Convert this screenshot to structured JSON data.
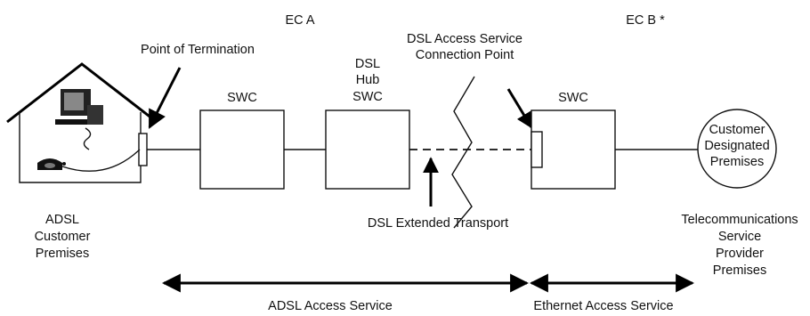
{
  "labels": {
    "ec_a": "EC A",
    "ec_b": "EC B *",
    "point_of_termination": "Point of Termination",
    "dsl_access_service_connection_point": [
      "DSL Access Service",
      "Connection Point"
    ],
    "dsl_hub_swc": [
      "DSL",
      "Hub",
      "SWC"
    ],
    "swc_1": "SWC",
    "swc_2": "SWC",
    "customer_designated_premises": [
      "Customer",
      "Designated",
      "Premises"
    ],
    "dsl_extended_transport": "DSL Extended Transport",
    "adsl_customer_premises": [
      "ADSL",
      "Customer",
      "Premises"
    ],
    "telecom_service_provider_premises": [
      "Telecommunications",
      "Service",
      "Provider",
      "Premises"
    ],
    "adsl_access_service": "ADSL Access Service",
    "ethernet_access_service": "Ethernet Access Service"
  },
  "icons": {
    "house": "house-icon",
    "computer": "computer-icon",
    "telephone": "telephone-icon",
    "break": "zigzag-break-icon"
  }
}
